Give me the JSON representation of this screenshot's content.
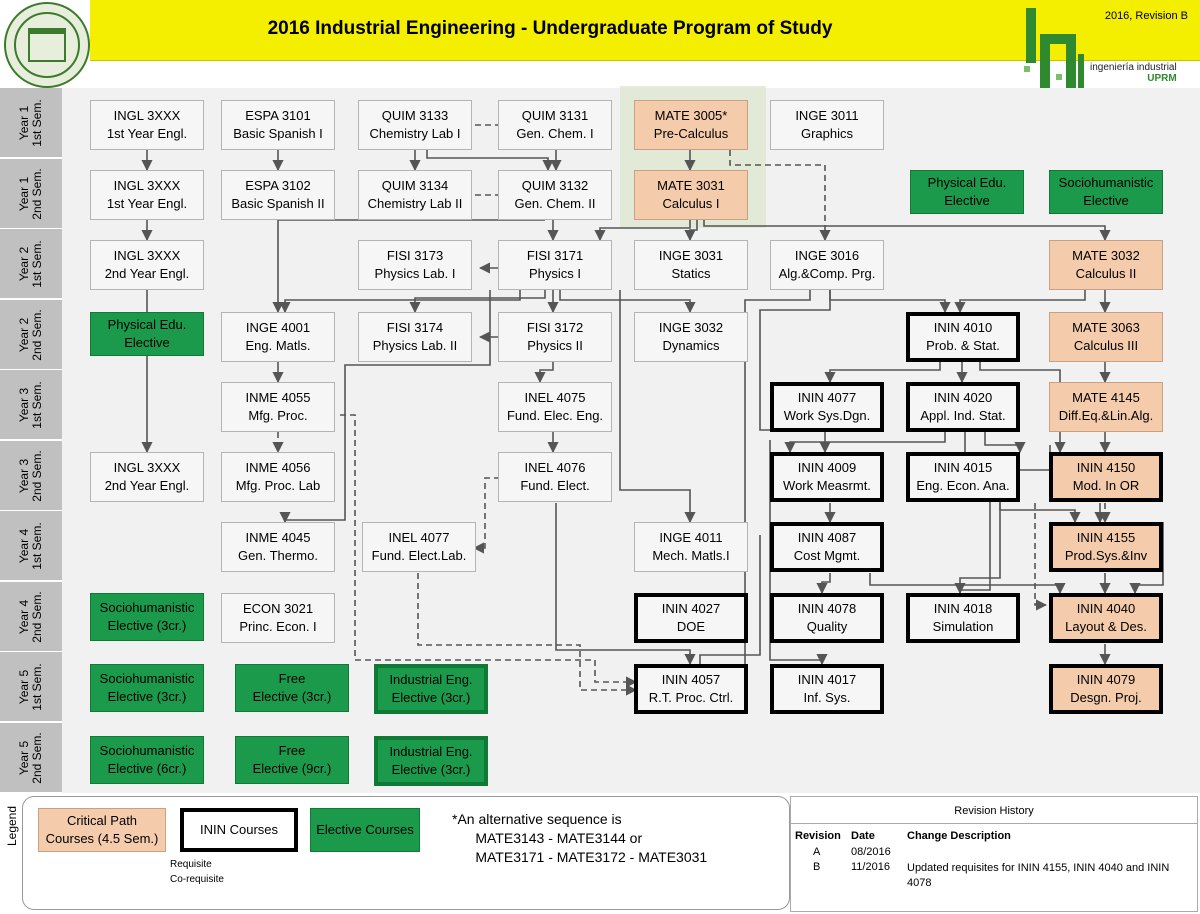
{
  "header": {
    "title": "2016 Industrial Engineering - Undergraduate Program of Study",
    "revision_label": "2016, Revision B",
    "logo_line1": "ingeniería industrial",
    "logo_line2": "UPRM"
  },
  "rows": [
    {
      "year": "Year 1",
      "sem": "1st Sem."
    },
    {
      "year": "Year 1",
      "sem": "2nd Sem."
    },
    {
      "year": "Year 2",
      "sem": "1st Sem."
    },
    {
      "year": "Year 2",
      "sem": "2nd Sem."
    },
    {
      "year": "Year 3",
      "sem": "1st Sem."
    },
    {
      "year": "Year 3",
      "sem": "2nd Sem."
    },
    {
      "year": "Year 4",
      "sem": "1st Sem."
    },
    {
      "year": "Year 4",
      "sem": "2nd Sem."
    },
    {
      "year": "Year 5",
      "sem": "1st Sem."
    },
    {
      "year": "Year 5",
      "sem": "2nd Sem."
    }
  ],
  "courses": [
    {
      "id": "ingl-3xxx-1",
      "label": "INGL 3XXX\n1st Year Engl.",
      "kind": "regular"
    },
    {
      "id": "espa-3101",
      "label": "ESPA 3101\nBasic Spanish I",
      "kind": "regular"
    },
    {
      "id": "quim-3133",
      "label": "QUIM 3133\nChemistry Lab I",
      "kind": "regular"
    },
    {
      "id": "quim-3131",
      "label": "QUIM 3131\nGen. Chem. I",
      "kind": "regular"
    },
    {
      "id": "mate-3005",
      "label": "MATE 3005*\nPre-Calculus",
      "kind": "critical"
    },
    {
      "id": "inge-3011",
      "label": "INGE 3011\nGraphics",
      "kind": "regular"
    },
    {
      "id": "ingl-3xxx-2",
      "label": "INGL 3XXX\n1st Year Engl.",
      "kind": "regular"
    },
    {
      "id": "espa-3102",
      "label": "ESPA 3102\nBasic Spanish II",
      "kind": "regular"
    },
    {
      "id": "quim-3134",
      "label": "QUIM 3134\nChemistry Lab II",
      "kind": "regular"
    },
    {
      "id": "quim-3132",
      "label": "QUIM 3132\nGen. Chem. II",
      "kind": "regular"
    },
    {
      "id": "mate-3031",
      "label": "MATE 3031\nCalculus I",
      "kind": "critical"
    },
    {
      "id": "phys-edu-1",
      "label": "Physical Edu.\nElective",
      "kind": "elective"
    },
    {
      "id": "socio-1",
      "label": "Sociohumanistic\nElective",
      "kind": "elective"
    },
    {
      "id": "ingl-3xxx-3",
      "label": "INGL 3XXX\n2nd Year Engl.",
      "kind": "regular"
    },
    {
      "id": "fisi-3173",
      "label": "FISI 3173\nPhysics Lab. I",
      "kind": "regular"
    },
    {
      "id": "fisi-3171",
      "label": "FISI 3171\nPhysics I",
      "kind": "regular"
    },
    {
      "id": "inge-3031",
      "label": "INGE 3031\nStatics",
      "kind": "regular"
    },
    {
      "id": "inge-3016",
      "label": "INGE 3016\nAlg.&Comp. Prg.",
      "kind": "regular"
    },
    {
      "id": "mate-3032",
      "label": "MATE 3032\nCalculus II",
      "kind": "critical"
    },
    {
      "id": "phys-edu-2",
      "label": "Physical Edu.\nElective",
      "kind": "elective"
    },
    {
      "id": "inge-4001",
      "label": "INGE 4001\nEng. Matls.",
      "kind": "regular"
    },
    {
      "id": "fisi-3174",
      "label": "FISI 3174\nPhysics Lab. II",
      "kind": "regular"
    },
    {
      "id": "fisi-3172",
      "label": "FISI 3172\nPhysics II",
      "kind": "regular"
    },
    {
      "id": "inge-3032",
      "label": "INGE 3032\nDynamics",
      "kind": "regular"
    },
    {
      "id": "inin-4010",
      "label": "ININ 4010\nProb. & Stat.",
      "kind": "inin"
    },
    {
      "id": "mate-3063",
      "label": "MATE 3063\nCalculus III",
      "kind": "critical"
    },
    {
      "id": "inme-4055",
      "label": "INME 4055\nMfg. Proc.",
      "kind": "regular"
    },
    {
      "id": "inel-4075",
      "label": "INEL 4075\nFund. Elec. Eng.",
      "kind": "regular"
    },
    {
      "id": "inin-4077",
      "label": "ININ 4077\nWork Sys.Dgn.",
      "kind": "inin"
    },
    {
      "id": "inin-4020",
      "label": "ININ 4020\nAppl. Ind. Stat.",
      "kind": "inin"
    },
    {
      "id": "mate-4145",
      "label": "MATE 4145\nDiff.Eq.&Lin.Alg.",
      "kind": "critical"
    },
    {
      "id": "ingl-3xxx-4",
      "label": "INGL 3XXX\n2nd Year Engl.",
      "kind": "regular"
    },
    {
      "id": "inme-4056",
      "label": "INME 4056\nMfg. Proc. Lab",
      "kind": "regular"
    },
    {
      "id": "inel-4076",
      "label": "INEL 4076\nFund. Elect.",
      "kind": "regular"
    },
    {
      "id": "inin-4009",
      "label": "ININ 4009\nWork Measrmt.",
      "kind": "inin"
    },
    {
      "id": "inin-4015",
      "label": "ININ 4015\nEng. Econ. Ana.",
      "kind": "inin"
    },
    {
      "id": "inin-4150",
      "label": "ININ 4150\nMod. In OR",
      "kind": "critical-inin"
    },
    {
      "id": "inme-4045",
      "label": "INME 4045\nGen. Thermo.",
      "kind": "regular"
    },
    {
      "id": "inel-4077",
      "label": "INEL 4077\nFund. Elect.Lab.",
      "kind": "regular"
    },
    {
      "id": "inge-4011",
      "label": "INGE 4011\nMech. Matls.I",
      "kind": "regular"
    },
    {
      "id": "inin-4087",
      "label": "ININ 4087\nCost Mgmt.",
      "kind": "inin"
    },
    {
      "id": "inin-4155",
      "label": "ININ 4155\nProd.Sys.&Inv",
      "kind": "critical-inin"
    },
    {
      "id": "socio-2",
      "label": "Sociohumanistic\nElective (3cr.)",
      "kind": "elective"
    },
    {
      "id": "econ-3021",
      "label": "ECON 3021\nPrinc. Econ. I",
      "kind": "regular"
    },
    {
      "id": "inin-4027",
      "label": "ININ 4027\nDOE",
      "kind": "inin"
    },
    {
      "id": "inin-4078",
      "label": "ININ 4078\nQuality",
      "kind": "inin"
    },
    {
      "id": "inin-4018",
      "label": "ININ 4018\nSimulation",
      "kind": "inin"
    },
    {
      "id": "inin-4040",
      "label": "ININ 4040\nLayout & Des.",
      "kind": "critical-inin"
    },
    {
      "id": "socio-3",
      "label": "Sociohumanistic\nElective (3cr.)",
      "kind": "elective"
    },
    {
      "id": "free-1",
      "label": "Free\nElective (3cr.)",
      "kind": "elective"
    },
    {
      "id": "ie-elec-1",
      "label": "Industrial Eng.\nElective (3cr.)",
      "kind": "elective-inin"
    },
    {
      "id": "inin-4057",
      "label": "ININ 4057\nR.T. Proc. Ctrl.",
      "kind": "inin"
    },
    {
      "id": "inin-4017",
      "label": "ININ 4017\nInf. Sys.",
      "kind": "inin"
    },
    {
      "id": "inin-4079",
      "label": "ININ 4079\nDesgn. Proj.",
      "kind": "critical-inin"
    },
    {
      "id": "socio-4",
      "label": "Sociohumanistic\nElective (6cr.)",
      "kind": "elective"
    },
    {
      "id": "free-2",
      "label": "Free\nElective (9cr.)",
      "kind": "elective"
    },
    {
      "id": "ie-elec-2",
      "label": "Industrial Eng.\nElective (3cr.)",
      "kind": "elective-inin"
    }
  ],
  "legend": {
    "title": "Legend",
    "critical": "Critical Path\nCourses (4.5 Sem.)",
    "inin": "ININ Courses",
    "elective": "Elective Courses",
    "requisite": "Requisite",
    "corequisite": "Co-requisite",
    "alt_note": "*An alternative sequence is\n      MATE3143 - MATE3144 or\n      MATE3171 - MATE3172 - MATE3031"
  },
  "revision_history": {
    "title": "Revision History",
    "columns": [
      "Revision",
      "Date",
      "Change Description"
    ],
    "rows": [
      {
        "rev": "A",
        "date": "08/2016",
        "desc": ""
      },
      {
        "rev": "B",
        "date": "11/2016",
        "desc": "Updated requisites for ININ 4155, ININ 4040 and ININ 4078"
      }
    ]
  }
}
